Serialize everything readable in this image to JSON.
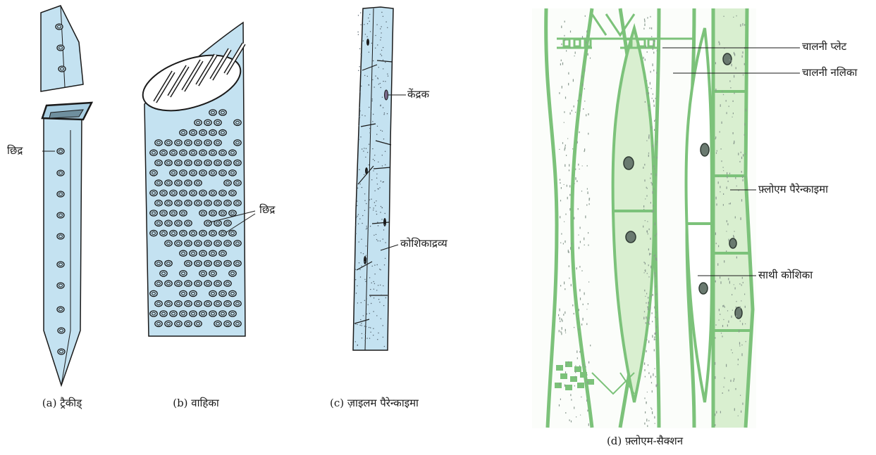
{
  "colors": {
    "xylem_fill": "#c4e2f1",
    "phloem_fill": "#d9efd0",
    "phloem_wall": "#7cc27a",
    "outline": "#1a1a1a"
  },
  "panel_a": {
    "caption": "(a) ट्रैकीड्",
    "labels": {
      "pit": "छिद्र"
    }
  },
  "panel_b": {
    "caption": "(b) वाहिका",
    "labels": {
      "pit": "छिद्र"
    }
  },
  "panel_c": {
    "caption": "(c) ज़ाइलम पैरेन्काइमा",
    "labels": {
      "nucleus": "केंद्रक",
      "cytoplasm": "कोशिकाद्रव्य"
    }
  },
  "panel_d": {
    "caption": "(d) फ़्लोएम-सैक्शन",
    "labels": {
      "sieve_plate": "चालनी प्लेट",
      "sieve_tube": "चालनी नलिका",
      "phloem_parenchyma": "फ़्लोएम पैरेन्काइमा",
      "companion_cell": "साथी कोशिका"
    }
  }
}
